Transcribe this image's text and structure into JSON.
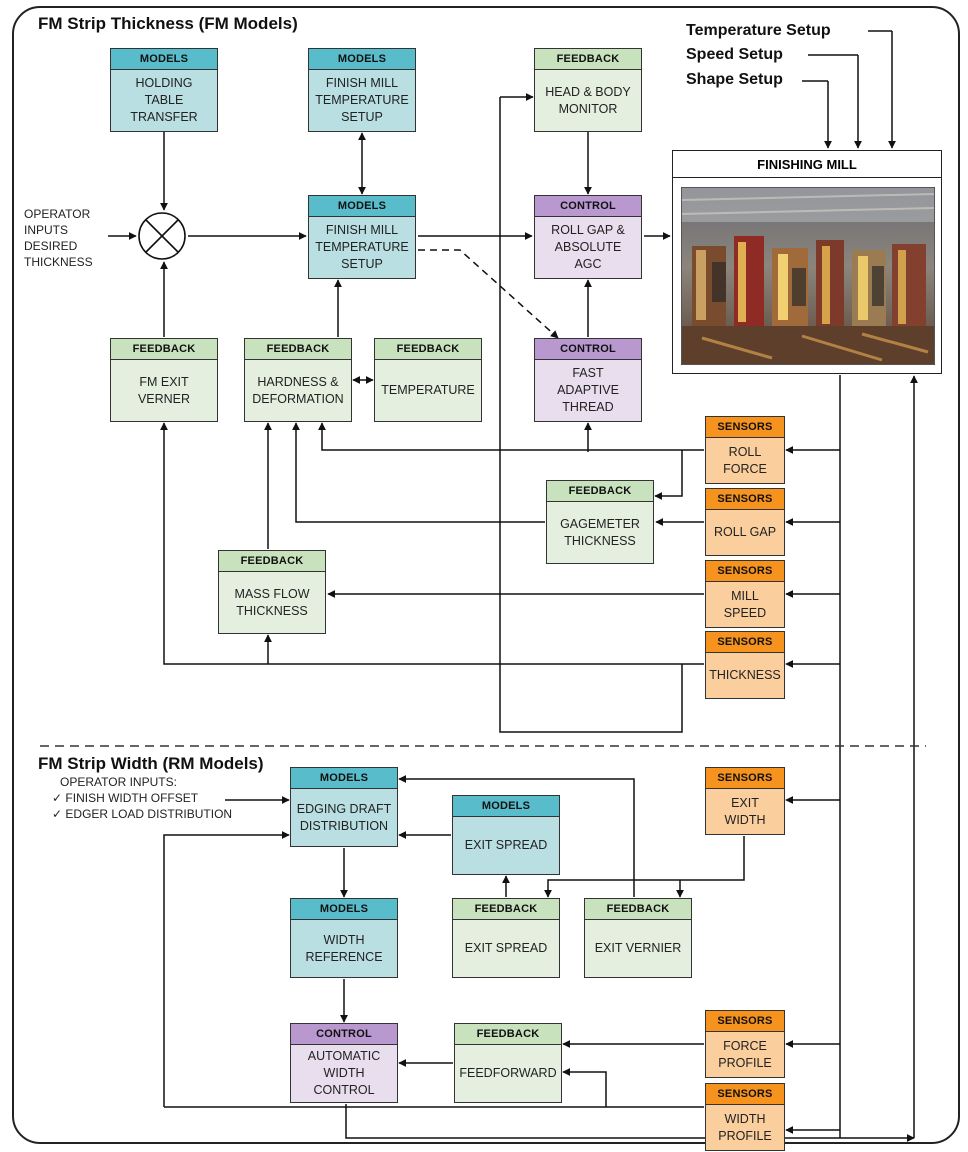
{
  "sections": {
    "thickness_title": "FM Strip Thickness (FM Models)",
    "width_title": "FM Strip Width (RM Models)"
  },
  "setup_inputs": [
    "Temperature Setup",
    "Speed Setup",
    "Shape Setup"
  ],
  "finishing_mill": {
    "title": "FINISHING MILL",
    "photo_icon": "rolling-mill-photo"
  },
  "operator_thickness": "OPERATOR\nINPUTS\nDESIRED\nTHICKNESS",
  "operator_width": {
    "heading": "OPERATOR INPUTS:",
    "items": [
      "FINISH WIDTH OFFSET",
      "EDGER LOAD DISTRIBUTION"
    ],
    "check_glyph": "✓"
  },
  "block_types": {
    "models": {
      "label": "MODELS",
      "header_color": "#58bccb",
      "body_color": "#b9dfe2"
    },
    "feedback": {
      "label": "FEEDBACK",
      "header_color": "#c7e2bd",
      "body_color": "#e4efe0"
    },
    "control": {
      "label": "CONTROL",
      "header_color": "#b898cf",
      "body_color": "#e8deee"
    },
    "sensors": {
      "label": "SENSORS",
      "header_color": "#f6921e",
      "body_color": "#fbcf9d"
    }
  },
  "blocks": {
    "holding_table": {
      "type": "models",
      "text": "HOLDING\nTABLE\nTRANSFER"
    },
    "fm_temp_setup_top": {
      "type": "models",
      "text": "FINISH MILL\nTEMPERATURE\nSETUP"
    },
    "fm_temp_setup_mid": {
      "type": "models",
      "text": "FINISH MILL\nTEMPERATURE\nSETUP"
    },
    "head_body_monitor": {
      "type": "feedback",
      "text": "HEAD & BODY\nMONITOR"
    },
    "roll_gap_agc": {
      "type": "control",
      "text": "ROLL GAP &\nABSOLUTE\nAGC"
    },
    "fm_exit_verner": {
      "type": "feedback",
      "text": "FM EXIT\nVERNER"
    },
    "hardness_deformation": {
      "type": "feedback",
      "text": "HARDNESS &\nDEFORMATION"
    },
    "temperature": {
      "type": "feedback",
      "text": "TEMPERATURE"
    },
    "fast_adaptive": {
      "type": "control",
      "text": "FAST\nADAPTIVE\nTHREAD"
    },
    "roll_force": {
      "type": "sensors",
      "text": "ROLL\nFORCE"
    },
    "gagemeter": {
      "type": "feedback",
      "text": "GAGEMETER\nTHICKNESS"
    },
    "roll_gap": {
      "type": "sensors",
      "text": "ROLL GAP"
    },
    "mass_flow": {
      "type": "feedback",
      "text": "MASS FLOW\nTHICKNESS"
    },
    "mill_speed": {
      "type": "sensors",
      "text": "MILL\nSPEED"
    },
    "thickness_sensor": {
      "type": "sensors",
      "text": "THICKNESS"
    },
    "edging_draft": {
      "type": "models",
      "text": "EDGING DRAFT\nDISTRIBUTION"
    },
    "exit_spread_model": {
      "type": "models",
      "text": "EXIT SPREAD"
    },
    "exit_width": {
      "type": "sensors",
      "text": "EXIT\nWIDTH"
    },
    "width_reference": {
      "type": "models",
      "text": "WIDTH\nREFERENCE"
    },
    "exit_spread_fb": {
      "type": "feedback",
      "text": "EXIT SPREAD"
    },
    "exit_vernier": {
      "type": "feedback",
      "text": "EXIT VERNIER"
    },
    "auto_width": {
      "type": "control",
      "text": "AUTOMATIC\nWIDTH\nCONTROL"
    },
    "feedforward": {
      "type": "feedback",
      "text": "FEEDFORWARD"
    },
    "force_profile": {
      "type": "sensors",
      "text": "FORCE\nPROFILE"
    },
    "width_profile": {
      "type": "sensors",
      "text": "WIDTH\nPROFILE"
    }
  }
}
